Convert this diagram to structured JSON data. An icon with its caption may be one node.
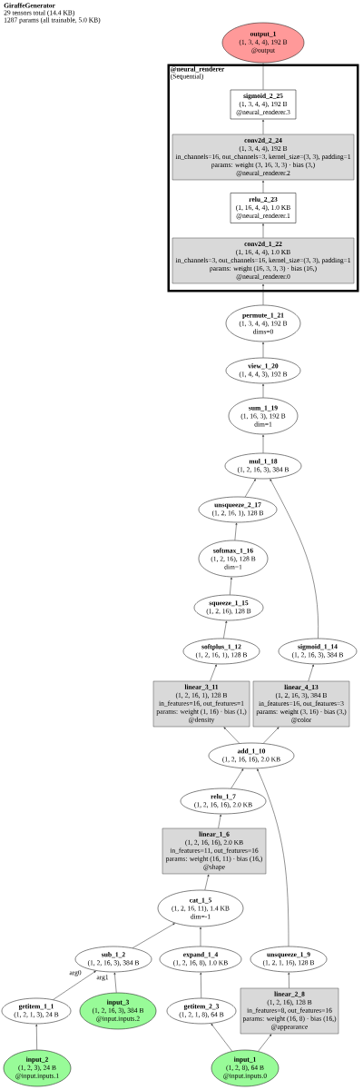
{
  "diagram": {
    "title": "GiraffeGenerator",
    "nodes": [
      {
        "text": [
          "output_1",
          "(1, 3, 4, 4), 192 B",
          "@output"
        ]
      },
      {
        "text": [
          "@neural_renderer",
          "(Sequential)"
        ]
      },
      {
        "text": [
          "sigmoid_2_25",
          "(1, 3, 4, 4), 192 B",
          "@neural_renderer.3"
        ],
        "in": 1
      },
      {
        "text": [
          "conv2d_2_24",
          "(1, 3, 4, 4), 192 B",
          "in_channels=16, out_channels=3, kernel_size=(3, 3), padding=1",
          "params: weight (3, 16, 3, 3) · bias (3,)",
          "@neural_renderer.2"
        ],
        "in": 1
      },
      {
        "text": [
          "relu_2_23",
          "(1, 16, 4, 4), 1.0 KB",
          "@neural_renderer.1"
        ],
        "in": 1
      },
      {
        "text": [
          "conv2d_1_22",
          "(1, 16, 4, 4), 1.0 KB",
          "in_channels=3, out_channels=16, kernel_size=(3, 3), padding=1",
          "params: weight (16, 3, 3, 3) · bias (16,)",
          "@neural_renderer.0"
        ],
        "in": 1
      },
      {
        "text": [
          "permute_1_21",
          "(1, 3, 4, 4), 192 B",
          "dims=0"
        ]
      },
      {
        "text": [
          "view_1_20",
          "(1, 4, 4, 3), 192 B"
        ]
      },
      {
        "text": [
          "sum_1_19",
          "(1, 16, 3), 192 B",
          "dim=1"
        ]
      },
      {
        "text": [
          "mul_1_18",
          "(1, 2, 16, 3), 384 B"
        ]
      },
      {
        "text": [
          "unsqueeze_2_17",
          "(1, 2, 16, 1), 128 B"
        ]
      },
      {
        "text": [
          "softmax_1_16",
          "(1, 2, 16), 128 B",
          "dim=1"
        ]
      },
      {
        "text": [
          "squeeze_1_15",
          "(1, 2, 16), 128 B"
        ]
      },
      {
        "text": [
          "softplus_1_12",
          "(1, 2, 16, 1), 128 B"
        ]
      },
      {
        "text": [
          "sigmoid_1_14",
          "(1, 2, 16, 3), 384 B"
        ]
      },
      {
        "text": [
          "linear_3_11",
          "(1, 2, 16, 1), 128 B",
          "in_features=16, out_features=1",
          "params: weight (1, 16) · bias (1,)",
          "@density"
        ]
      },
      {
        "text": [
          "linear_4_13",
          "(1, 2, 16, 3), 384 B",
          "in_features=16, out_features=3",
          "params: weight (3, 16) · bias (3,)",
          "@color"
        ]
      },
      {
        "text": [
          "add_1_10",
          "(1, 2, 16, 16), 2.0 KB"
        ]
      },
      {
        "text": [
          "relu_1_7",
          "(1, 2, 16, 16), 2.0 KB"
        ]
      },
      {
        "text": [
          "linear_1_6",
          "(1, 2, 16, 16), 2.0 KB",
          "in_features=11, out_features=16",
          "params: weight (16, 11) · bias (16,)",
          "@shape"
        ]
      },
      {
        "text": [
          "cat_1_5",
          "(1, 2, 16, 11), 1.4 KB",
          "dim=-1"
        ]
      },
      {
        "text": [
          "sub_1_2",
          "(1, 2, 16, 3), 384 B"
        ]
      },
      {
        "text": [
          "expand_1_4",
          "(1, 2, 16, 8), 1.0 KB"
        ]
      },
      {
        "text": [
          "unsqueeze_1_9",
          "(1, 2, 1, 16), 128 B"
        ]
      },
      {
        "text": [
          "getitem_1_1",
          "(1, 2, 1, 3), 24 B"
        ]
      },
      {
        "text": [
          "input_3",
          "(1, 2, 16, 3), 384 B",
          "@input.inputs.2"
        ]
      },
      {
        "text": [
          "getitem_2_3",
          "(1, 2, 1, 8), 64 B"
        ]
      },
      {
        "text": [
          "linear_2_8",
          "(1, 2, 16), 128 B",
          "in_features=8, out_features=16",
          "params: weight (16, 8) · bias (16,)",
          "@appearance"
        ]
      },
      {
        "text": [
          "input_2",
          "(1, 2, 3), 24 B",
          "@input.inputs.1"
        ]
      },
      {
        "text": [
          "input_1",
          "(1, 2, 8), 64 B",
          "@input.inputs.0"
        ]
      }
    ],
    "edges": [
      {
        "from": 2,
        "to": 0,
        "arrow": "to"
      },
      {
        "from": 3,
        "to": 2,
        "arrow": "to"
      },
      {
        "from": 4,
        "to": 3,
        "arrow": "to"
      },
      {
        "from": 5,
        "to": 4,
        "arrow": "to"
      },
      {
        "from": 6,
        "to": 5,
        "arrow": "to"
      },
      {
        "from": 7,
        "to": 6,
        "arrow": "to"
      },
      {
        "from": 8,
        "to": 7,
        "arrow": "to"
      },
      {
        "from": 9,
        "to": 8,
        "arrow": "to"
      },
      {
        "from": 10,
        "to": 9,
        "arrow": "to"
      },
      {
        "from": 14,
        "to": 9,
        "arrow": "to"
      },
      {
        "from": 11,
        "to": 10,
        "arrow": "to"
      },
      {
        "from": 12,
        "to": 11,
        "arrow": "to"
      },
      {
        "from": 13,
        "to": 12,
        "arrow": "to"
      },
      {
        "from": 15,
        "to": 13,
        "arrow": "to"
      },
      {
        "from": 16,
        "to": 14,
        "arrow": "to"
      },
      {
        "from": 17,
        "to": 15,
        "arrow": "to"
      },
      {
        "from": 17,
        "to": 16,
        "arrow": "to"
      },
      {
        "from": 18,
        "to": 17,
        "arrow": "to"
      },
      {
        "from": 23,
        "to": 17,
        "arrow": "to"
      },
      {
        "from": 19,
        "to": 18,
        "arrow": "to"
      },
      {
        "from": 20,
        "to": 19,
        "arrow": "to"
      },
      {
        "from": 21,
        "to": 20,
        "arrow": "to"
      },
      {
        "from": 22,
        "to": 20,
        "arrow": "to"
      },
      {
        "from": 24,
        "to": 21,
        "arrow": "to",
        "label": "arg0"
      },
      {
        "from": 25,
        "to": 21,
        "arrow": "to",
        "label": "arg1"
      },
      {
        "from": 26,
        "to": 22,
        "arrow": "to"
      },
      {
        "from": 27,
        "to": 23,
        "arrow": "to"
      },
      {
        "from": 28,
        "to": 24,
        "arrow": "to"
      },
      {
        "from": 29,
        "to": 26,
        "arrow": "to"
      },
      {
        "from": 29,
        "to": 27,
        "arrow": "to"
      }
    ],
    "labels": [
      "29 tensors total (14.4 KB)",
      "1287 params (all trainable, 5.0 KB)"
    ]
  }
}
